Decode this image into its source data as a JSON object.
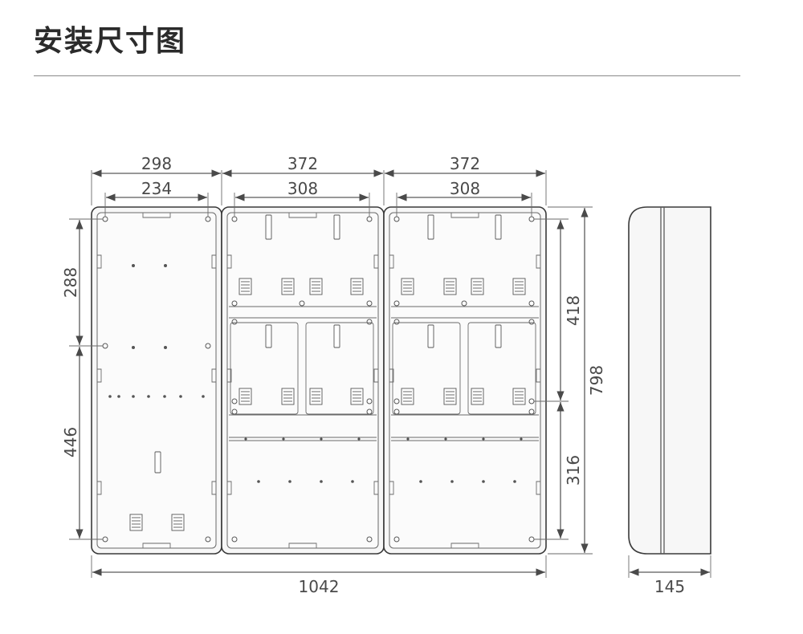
{
  "header": {
    "title": "安装尺寸图"
  },
  "dimensions": {
    "module_widths": [
      "298",
      "372",
      "372"
    ],
    "mounting_widths": [
      "234",
      "308",
      "308"
    ],
    "left_heights": [
      "288",
      "446"
    ],
    "right_heights": [
      "418",
      "316"
    ],
    "total_height": "798",
    "total_width": "1042",
    "depth": "145"
  }
}
